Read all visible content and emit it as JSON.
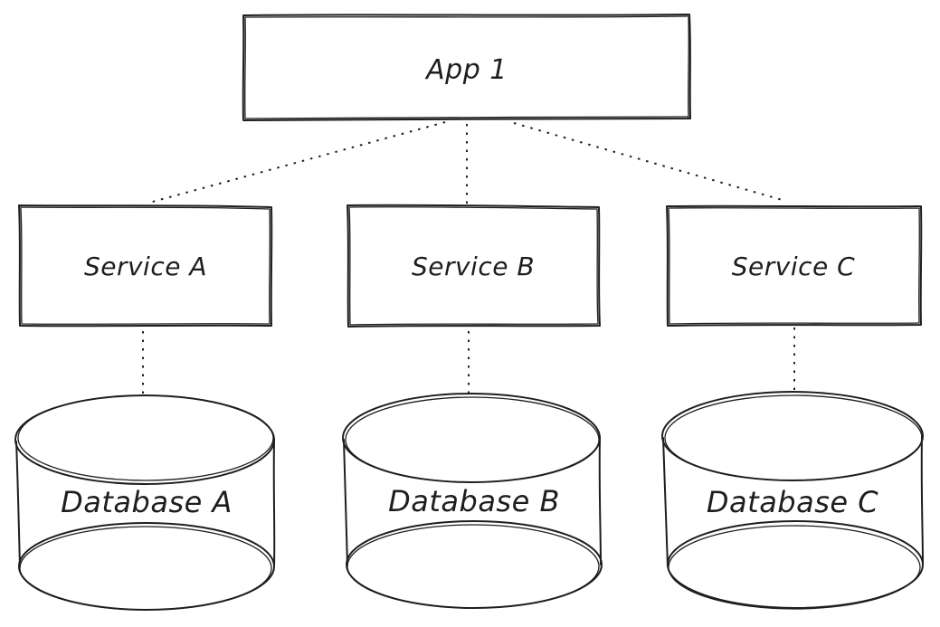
{
  "nodes": {
    "app": {
      "label": "App 1"
    },
    "services": [
      {
        "label": "Service A"
      },
      {
        "label": "Service B"
      },
      {
        "label": "Service C"
      }
    ],
    "databases": [
      {
        "label": "Database A"
      },
      {
        "label": "Database B"
      },
      {
        "label": "Database C"
      }
    ]
  },
  "style": {
    "stroke_color": "#1e1e1e",
    "background": "#ffffff",
    "connector": "dotted"
  }
}
